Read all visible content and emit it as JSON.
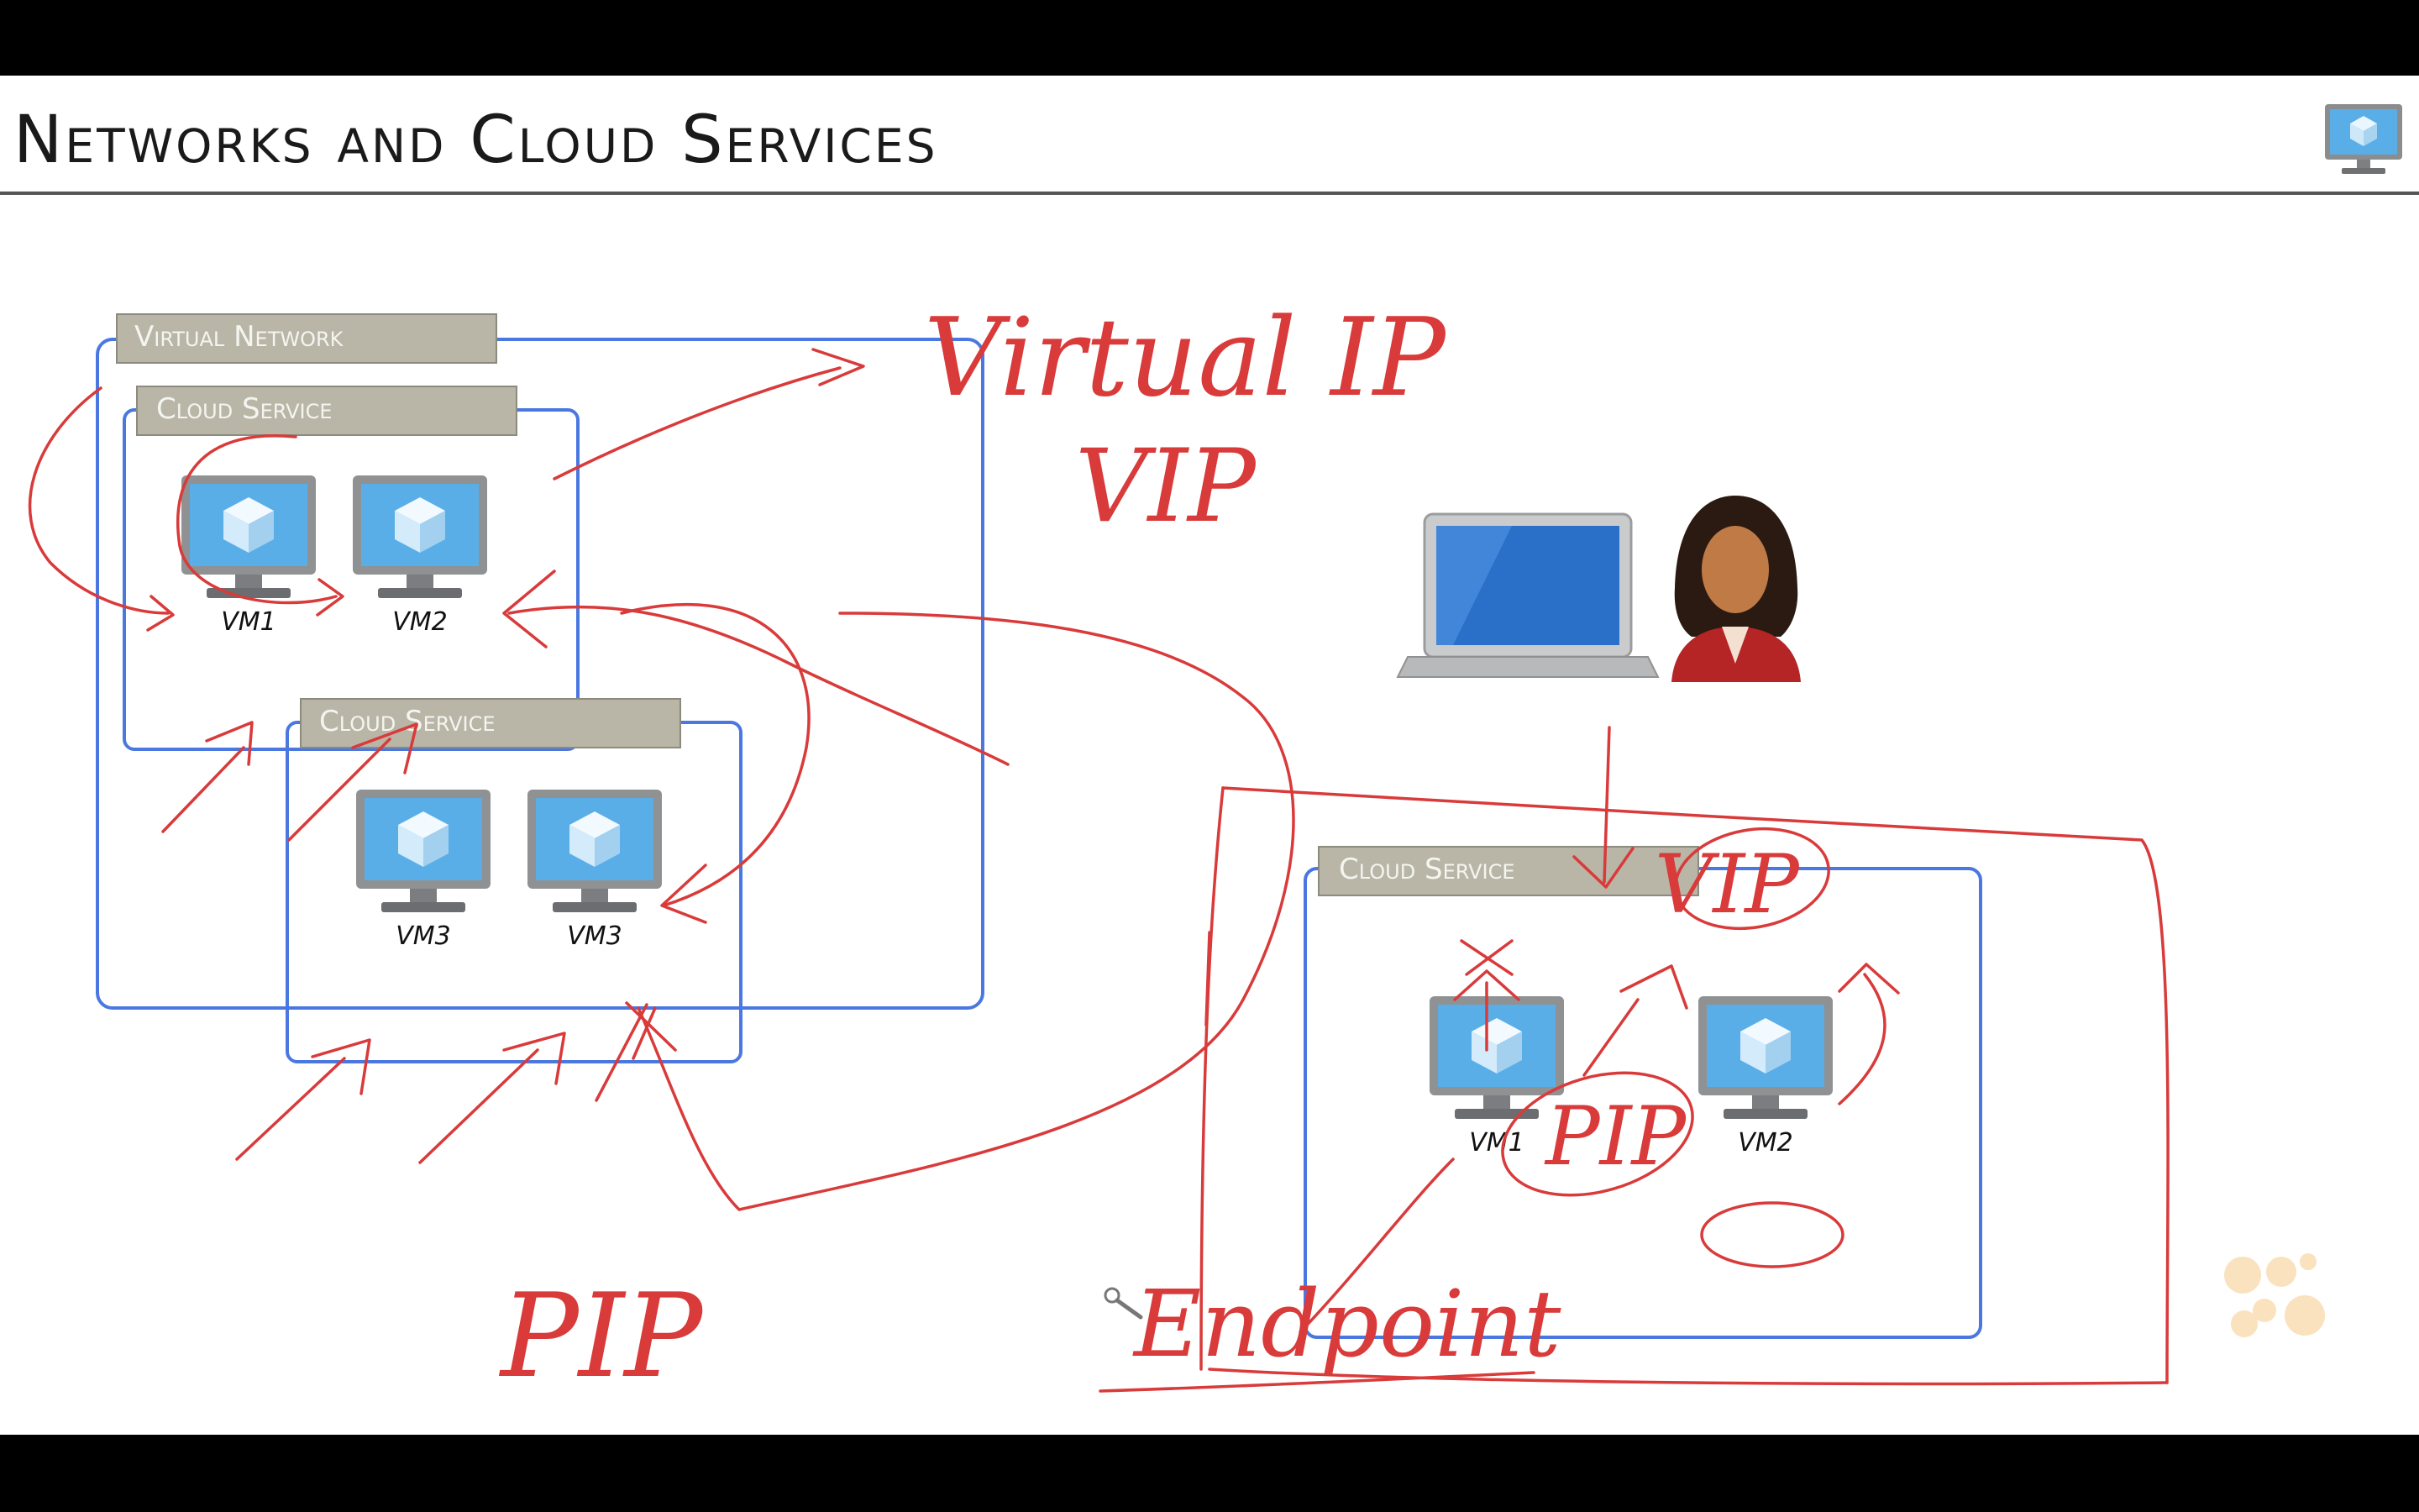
{
  "slide": {
    "title": "Networks and Cloud Services"
  },
  "diagram": {
    "virtual_network_label": "Virtual Network",
    "cloud_service_1_label": "Cloud Service",
    "cloud_service_2_label": "Cloud Service",
    "cloud_service_3_label": "Cloud Service",
    "vms": {
      "cs1_vm1": "VM1",
      "cs1_vm2": "VM2",
      "cs2_vm1": "VM3",
      "cs2_vm2": "VM3",
      "cs3_vm1": "VM1",
      "cs3_vm2": "VM2"
    }
  },
  "annotations": {
    "virtual_ip": "Virtual IP",
    "vip_left": "VIP",
    "vip_right": "VIP",
    "pip_left": "PIP",
    "pip_right": "PIP",
    "endpoint": "Endpoint"
  },
  "colors": {
    "box_border": "#4a78e0",
    "label_bar": "#b9b6a8",
    "ink": "#d93a3a",
    "monitor_screen": "#5aaee8"
  },
  "icons": [
    "vm-monitor-icon",
    "laptop-icon",
    "user-icon",
    "pen-cursor-icon",
    "dots-logo-icon"
  ]
}
